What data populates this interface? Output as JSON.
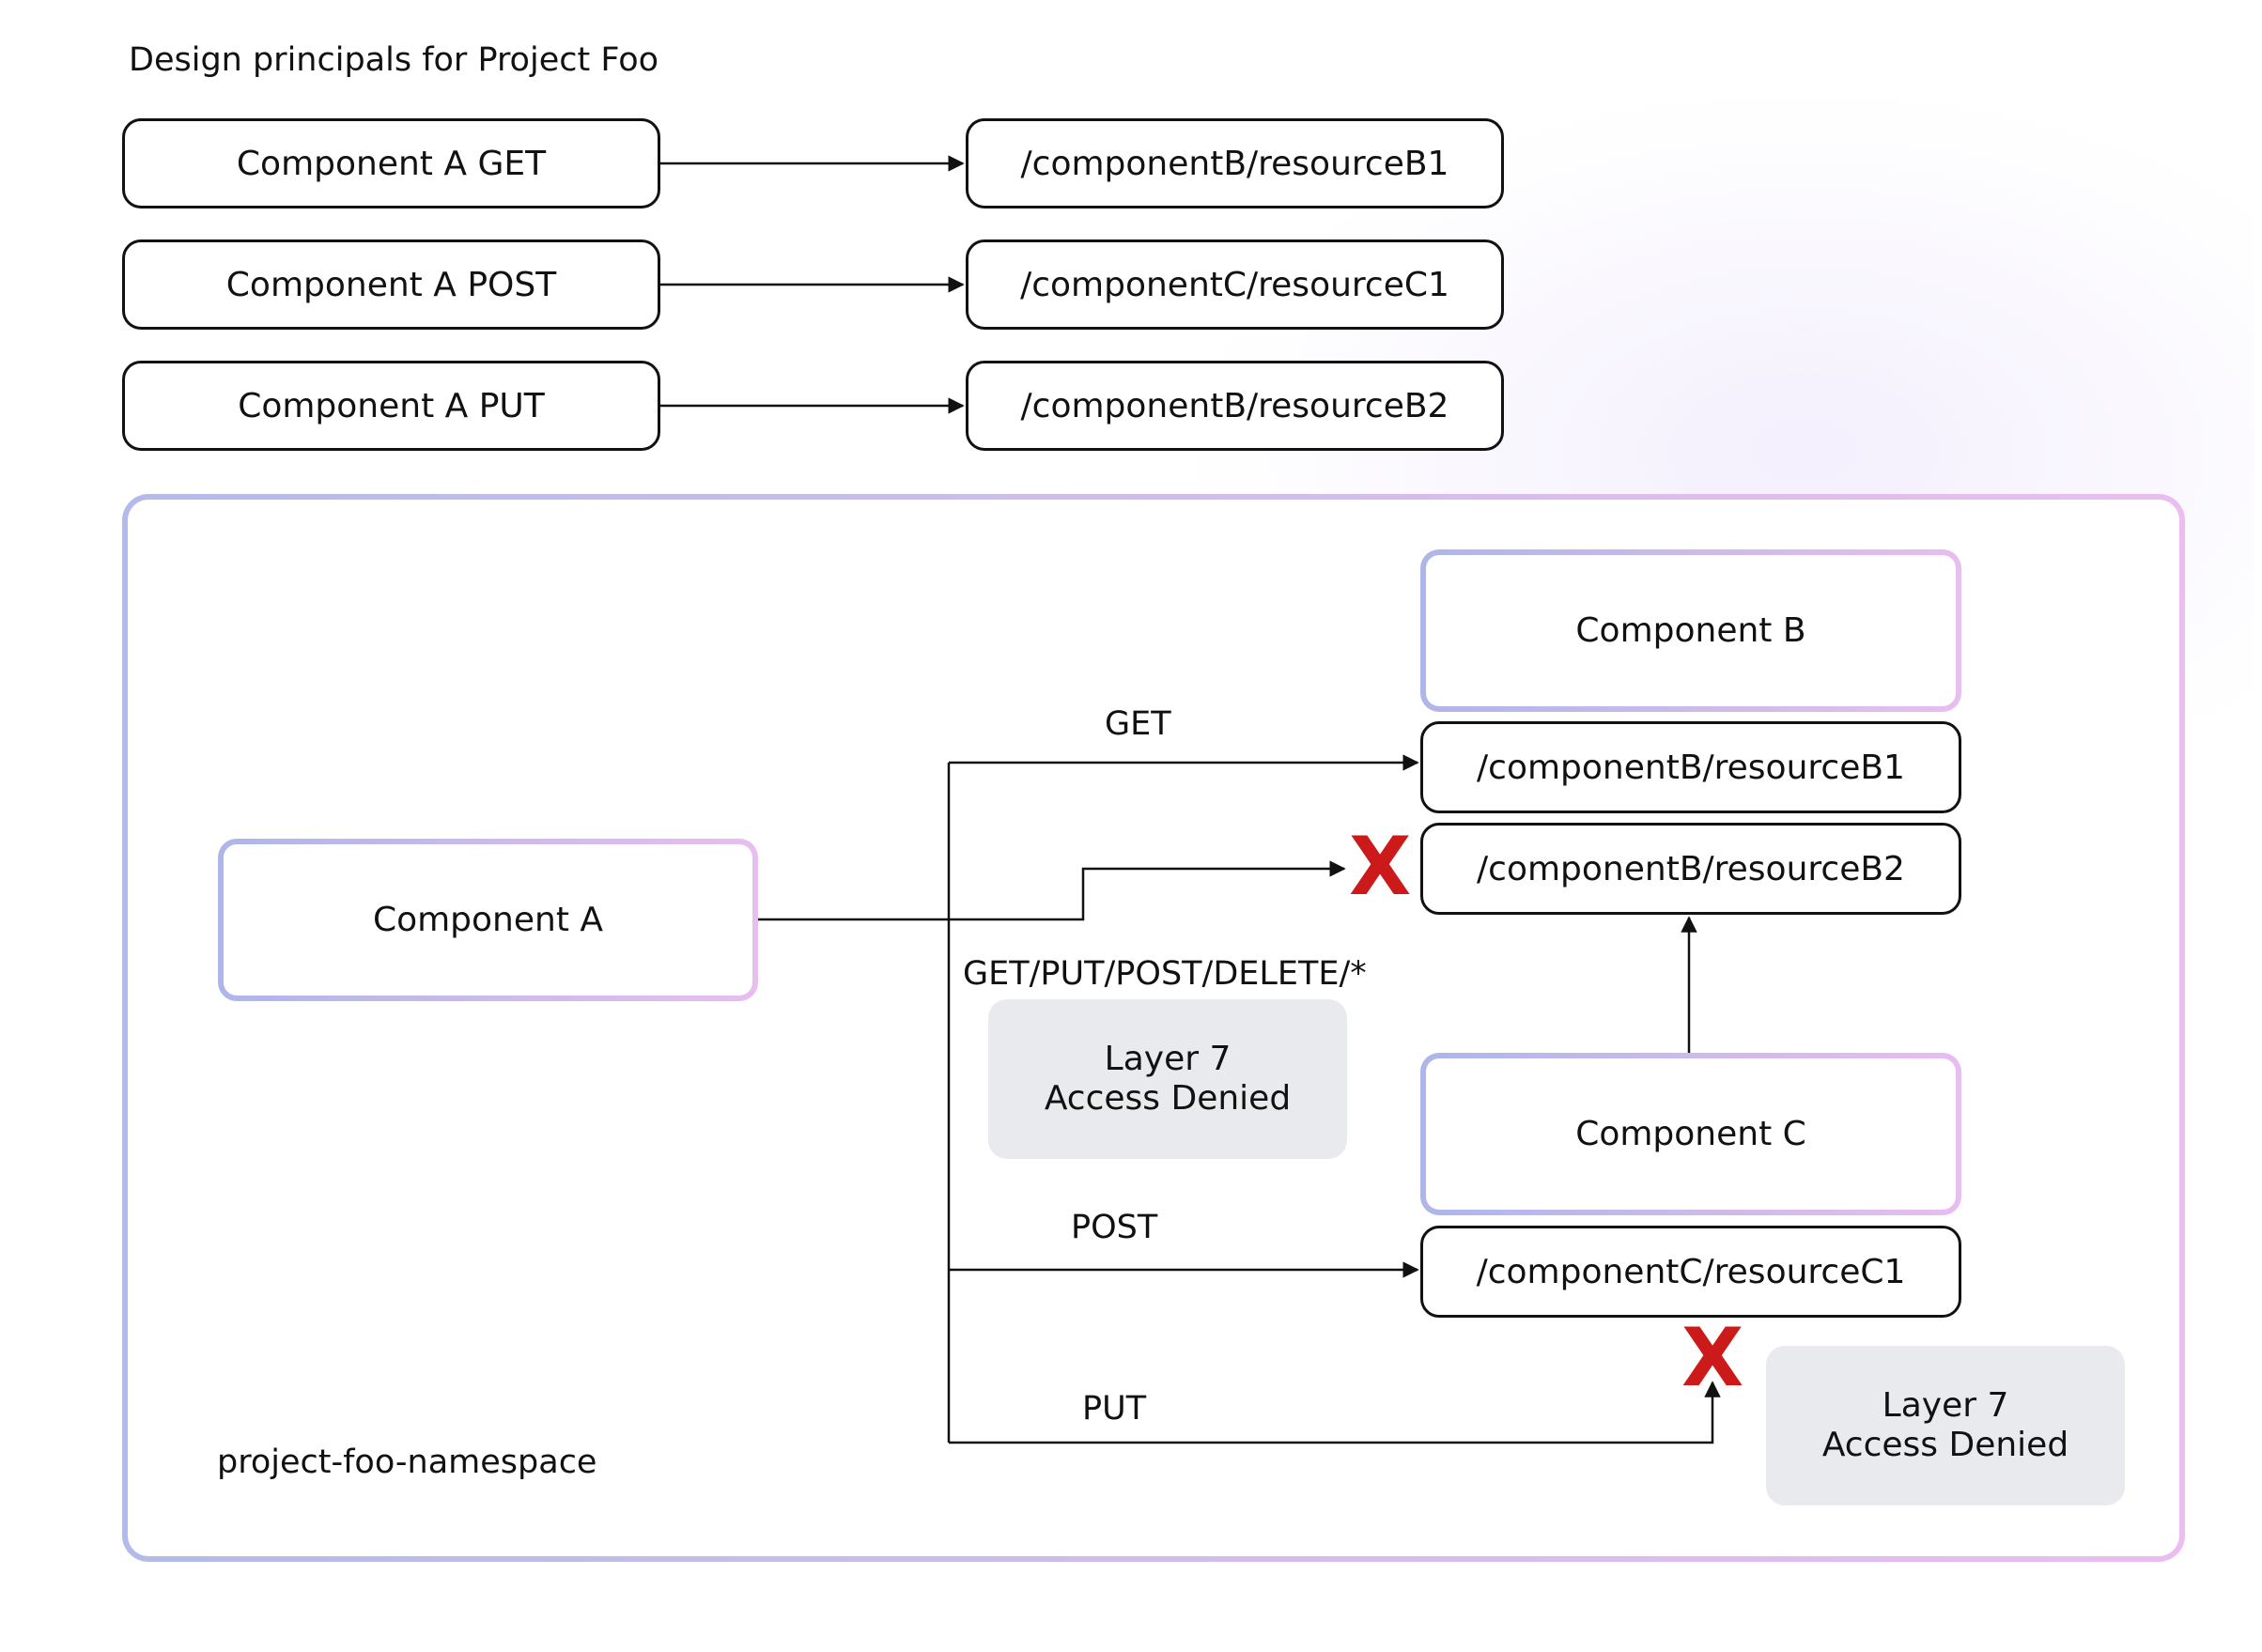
{
  "title": "Design principals for Project Foo",
  "rules": [
    {
      "source": "Component A GET",
      "target": "/componentB/resourceB1"
    },
    {
      "source": "Component A POST",
      "target": "/componentC/resourceC1"
    },
    {
      "source": "Component A PUT",
      "target": "/componentB/resourceB2"
    }
  ],
  "namespace": {
    "label": "project-foo-namespace",
    "component_a": "Component A",
    "component_b": "Component B",
    "component_c": "Component C",
    "resource_b1": "/componentB/resourceB1",
    "resource_b2": "/componentB/resourceB2",
    "resource_c1": "/componentC/resourceC1",
    "edge_get": "GET",
    "edge_all": "GET/PUT/POST/DELETE/*",
    "edge_post": "POST",
    "edge_put": "PUT",
    "denied_1": {
      "line1": "Layer 7",
      "line2": "Access Denied"
    },
    "denied_2": {
      "line1": "Layer 7",
      "line2": "Access Denied"
    },
    "deny_mark": "X"
  },
  "colors": {
    "gradient_start": "#aeb6e8",
    "gradient_end": "#e8bdf0",
    "deny": "#cc1a1a",
    "denied_box": "#e8eaed"
  }
}
